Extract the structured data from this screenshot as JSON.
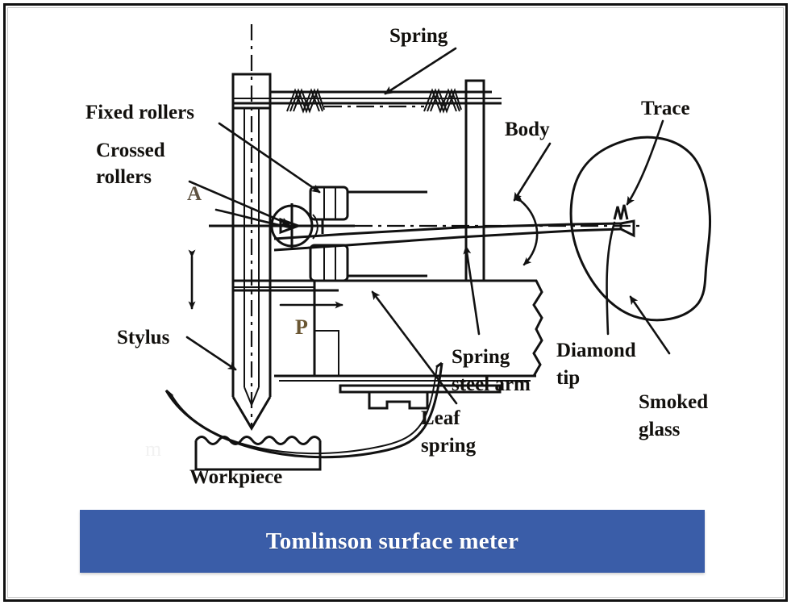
{
  "caption": {
    "text": "Tomlinson surface meter",
    "bar_color": "#3a5da8",
    "text_color": "#ffffff"
  },
  "frame": {
    "border_color": "#111111",
    "inner_border_color": "#c8c8c8",
    "background": "#ffffff"
  },
  "diagram": {
    "title": "Tomlinson surface meter",
    "line_color": "#111111",
    "labels": {
      "spring": "Spring",
      "fixed_rollers": "Fixed rollers",
      "crossed_rollers_l1": "Crossed",
      "crossed_rollers_l2": "rollers",
      "point_a": "A",
      "body": "Body",
      "trace": "Trace",
      "stylus": "Stylus",
      "force_p": "P",
      "spring_steel_arm_l1": "Spring",
      "spring_steel_arm_l2": "steel arm",
      "leaf_spring_l1": "Leaf",
      "leaf_spring_l2": "spring",
      "diamond_tip_l1": "Diamond",
      "diamond_tip_l2": "tip",
      "smoked_glass_l1": "Smoked",
      "smoked_glass_l2": "glass",
      "workpiece": "Workpiece"
    },
    "parts": [
      "spring",
      "fixed-rollers",
      "crossed-rollers",
      "body",
      "trace",
      "stylus",
      "spring-steel-arm",
      "leaf-spring",
      "diamond-tip",
      "smoked-glass",
      "workpiece"
    ]
  }
}
